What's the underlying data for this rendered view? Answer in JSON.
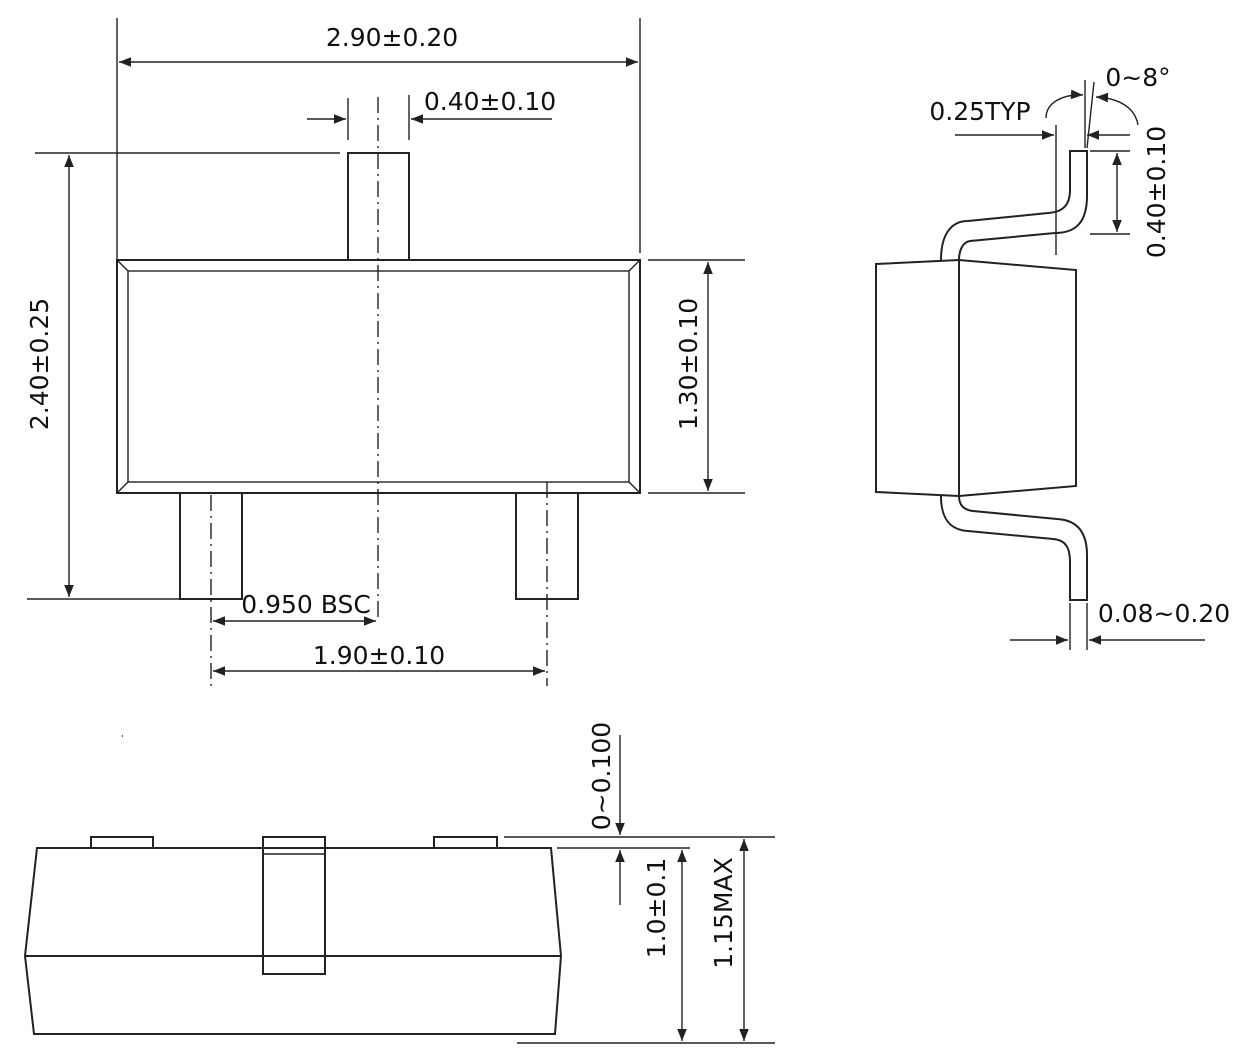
{
  "colors": {
    "line": "#222222",
    "text": "#111111",
    "background": "#ffffff"
  },
  "top_view": {
    "body_width": "2.90±0.20",
    "lead_width": "0.40±0.10",
    "overall_height": "2.40±0.25",
    "body_height": "1.30±0.10",
    "pitch": "0.950 BSC",
    "lead_span": "1.90±0.10"
  },
  "side_view": {
    "lead_angle": "0~8°",
    "lead_thickness": "0.25TYP",
    "foot_length": "0.40±0.10",
    "lead_bend_width": "0.08~0.20"
  },
  "front_view": {
    "standoff": "0~0.100",
    "body_thickness": "1.0±0.1",
    "max_height": "1.15MAX"
  }
}
